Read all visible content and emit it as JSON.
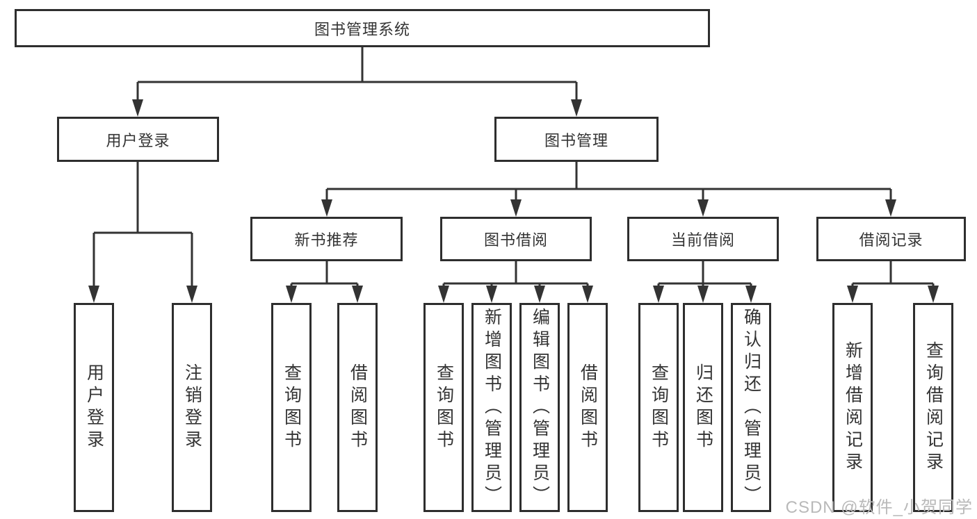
{
  "colors": {
    "line": "#333333",
    "box_border": "#2e2e2e",
    "text": "#333333",
    "watermark": "#b9b9b9",
    "background": "#ffffff"
  },
  "watermark": {
    "text": "CSDN @软件_小贺同学"
  },
  "diagram": {
    "type": "hierarchy-tree",
    "root": {
      "label": "图书管理系统",
      "children": [
        {
          "label": "用户登录",
          "children": [
            {
              "label": "用户登录"
            },
            {
              "label": "注销登录"
            }
          ]
        },
        {
          "label": "图书管理",
          "children": [
            {
              "label": "新书推荐",
              "children": [
                {
                  "label": "查询图书"
                },
                {
                  "label": "借阅图书"
                }
              ]
            },
            {
              "label": "图书借阅",
              "children": [
                {
                  "label": "查询图书"
                },
                {
                  "label": "新增图书（管理员）"
                },
                {
                  "label": "编辑图书（管理员）"
                },
                {
                  "label": "借阅图书"
                }
              ]
            },
            {
              "label": "当前借阅",
              "children": [
                {
                  "label": "查询图书"
                },
                {
                  "label": "归还图书"
                },
                {
                  "label": "确认归还（管理员）"
                }
              ]
            },
            {
              "label": "借阅记录",
              "children": [
                {
                  "label": "新增借阅记录"
                },
                {
                  "label": "查询借阅记录"
                }
              ]
            }
          ]
        }
      ]
    }
  }
}
